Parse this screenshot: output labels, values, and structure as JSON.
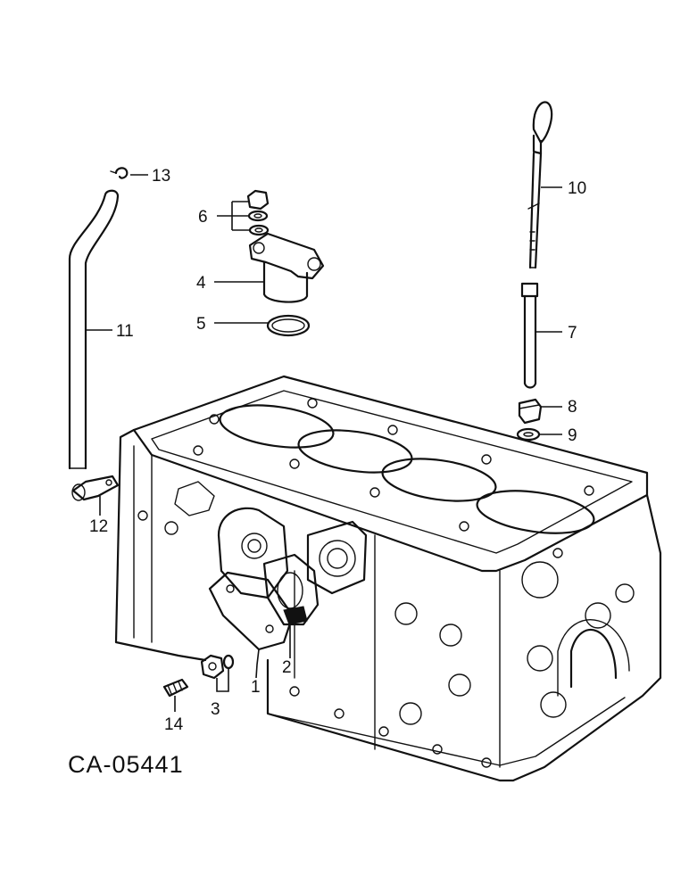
{
  "callouts": [
    {
      "id": "1",
      "text": "1"
    },
    {
      "id": "2",
      "text": "2"
    },
    {
      "id": "3",
      "text": "3"
    },
    {
      "id": "4",
      "text": "4"
    },
    {
      "id": "5",
      "text": "5"
    },
    {
      "id": "6",
      "text": "6"
    },
    {
      "id": "7",
      "text": "7"
    },
    {
      "id": "8",
      "text": "8"
    },
    {
      "id": "9",
      "text": "9"
    },
    {
      "id": "10",
      "text": "10"
    },
    {
      "id": "11",
      "text": "11"
    },
    {
      "id": "12",
      "text": "12"
    },
    {
      "id": "13",
      "text": "13"
    },
    {
      "id": "14",
      "text": "14"
    }
  ],
  "caption": "CA-05441"
}
